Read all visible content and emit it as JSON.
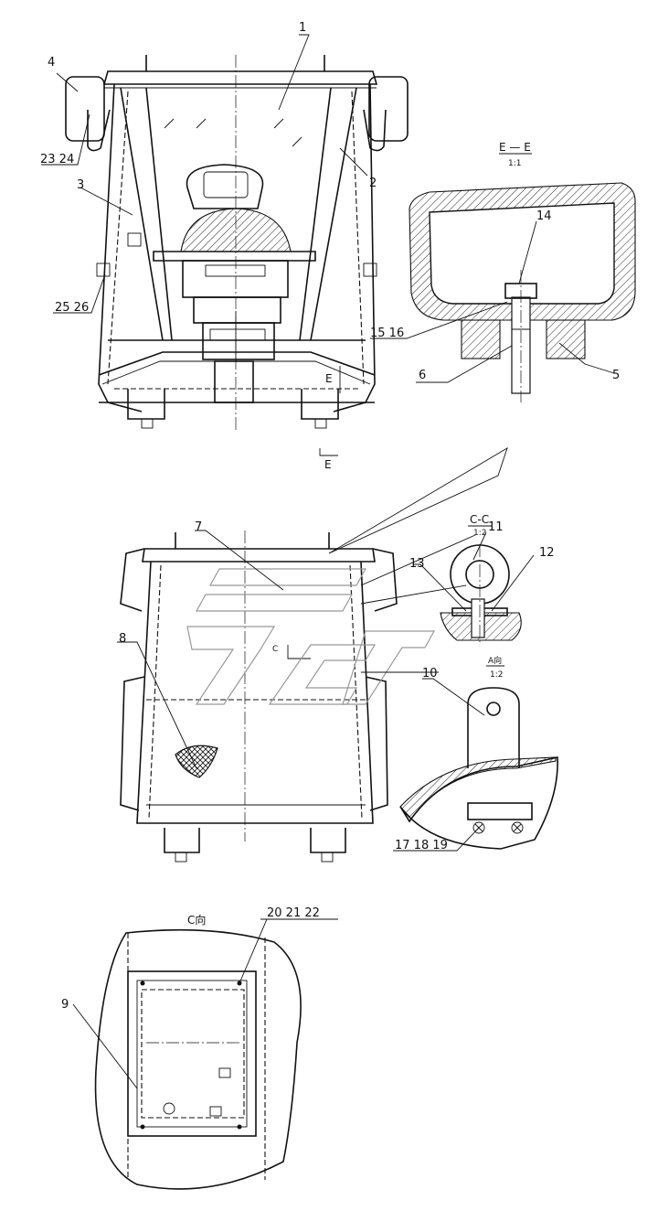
{
  "part_numbers": {
    "p1": "1",
    "p2": "2",
    "p3": "3",
    "p4": "4",
    "p5": "5",
    "p6": "6",
    "p7": "7",
    "p8": "8",
    "p9": "9",
    "p10": "10",
    "p11": "11",
    "p12": "12",
    "p13": "13",
    "p14": "14",
    "p15_16": "15  16",
    "p17_18_19": "17  18  19",
    "p20_21_22": "20  21  22",
    "p23_24": "23  24",
    "p25_26": "25  26"
  },
  "section_ee": {
    "title": "E — E",
    "scale": "1:1",
    "cut_letter": "E"
  },
  "section_cc": {
    "title": "C-C",
    "scale": "1:2"
  },
  "view_a": {
    "title": "A向",
    "scale": "1:2"
  },
  "view_c": {
    "title": "C向",
    "marker": "C"
  }
}
